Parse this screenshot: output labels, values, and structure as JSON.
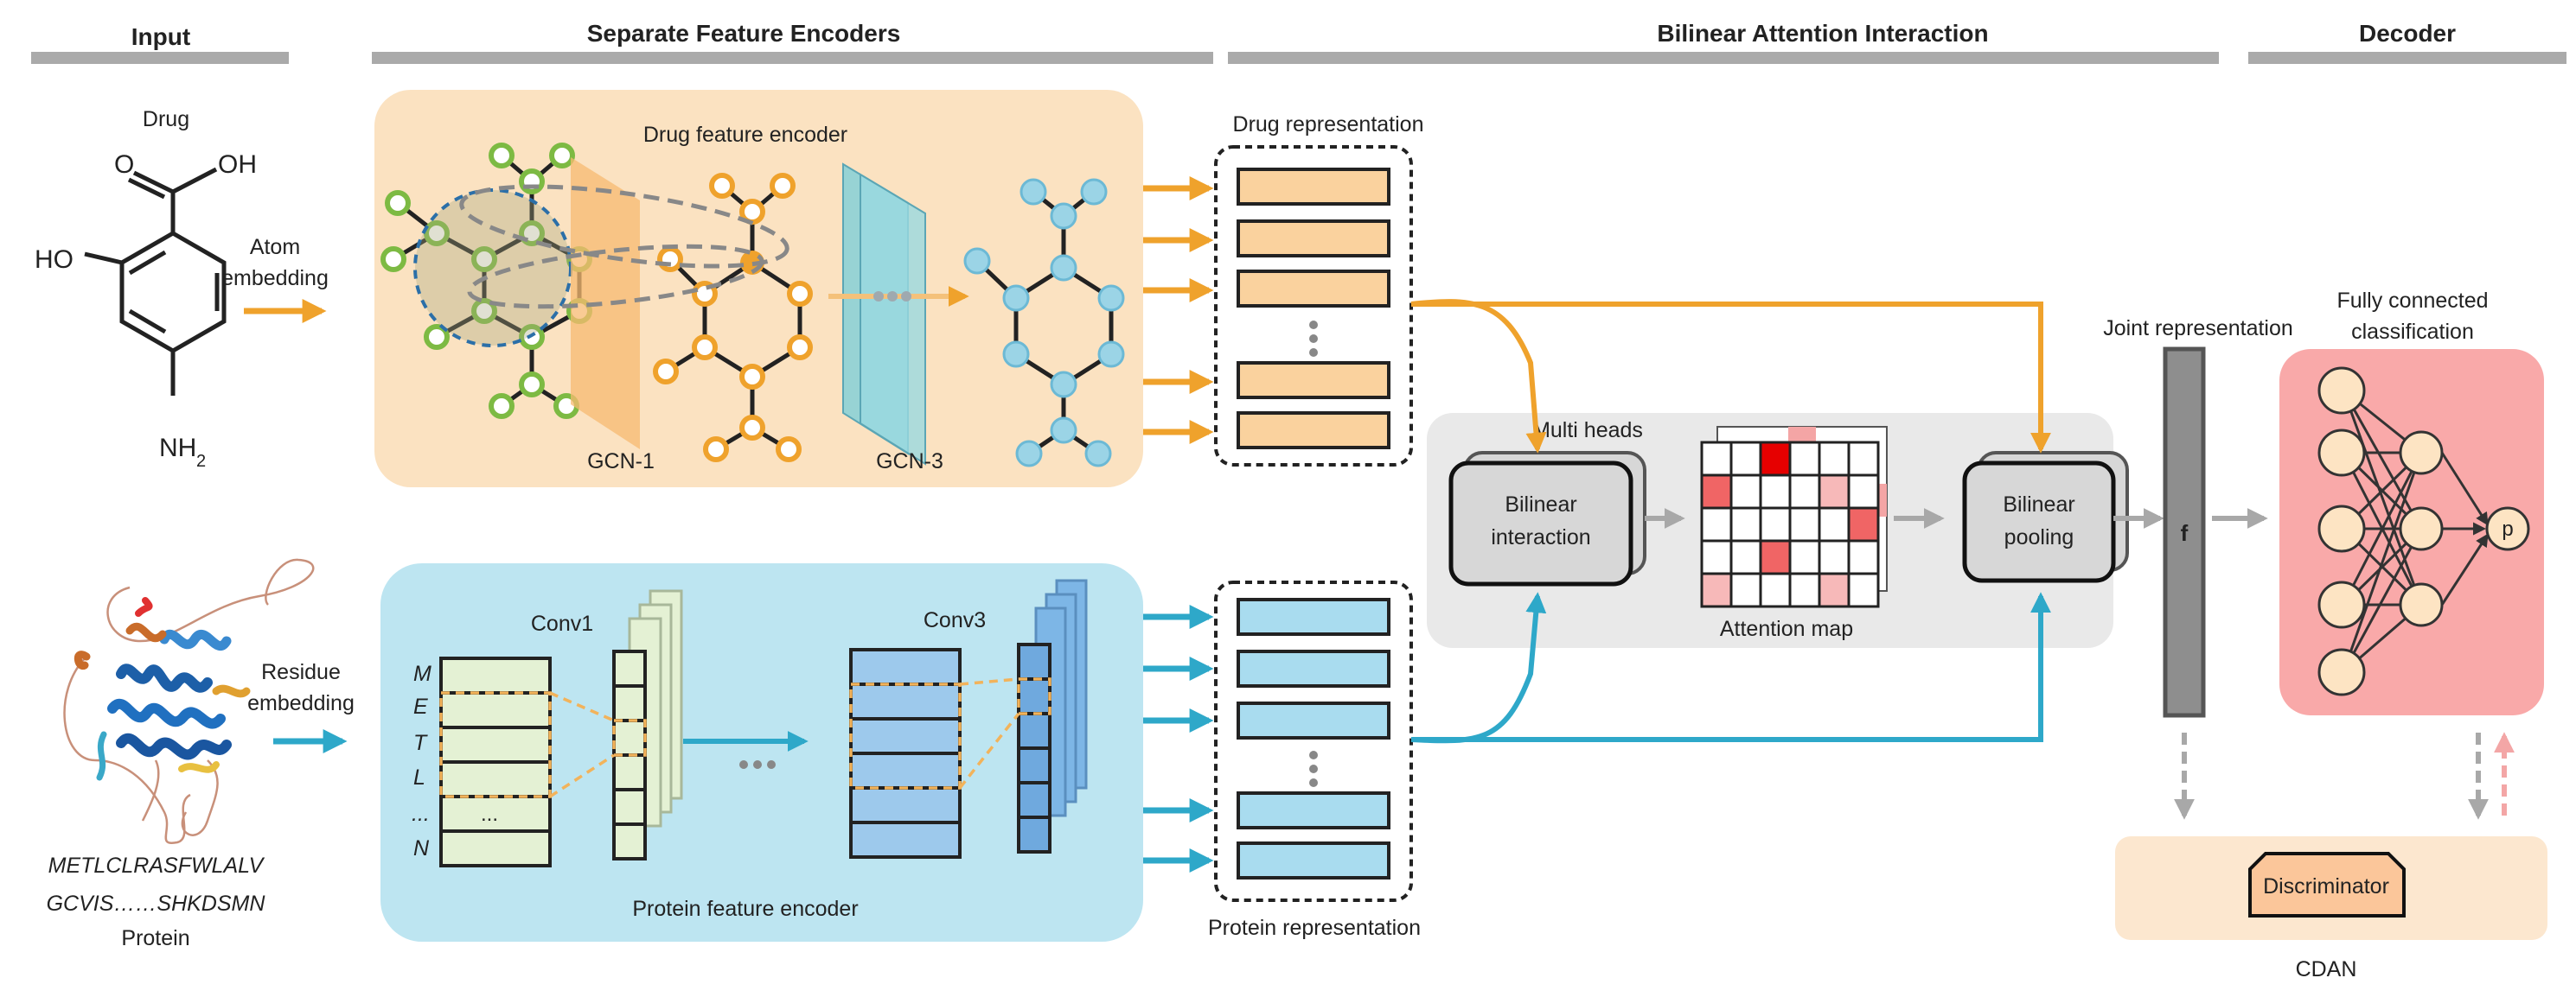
{
  "sections": {
    "input": "Input",
    "encoders": "Separate Feature Encoders",
    "interaction": "Bilinear Attention Interaction",
    "decoder": "Decoder"
  },
  "input": {
    "drug_label": "Drug",
    "carbonyl_o": "O",
    "carboxyl_oh": "OH",
    "hydroxyl": "HO",
    "amine_nh": "NH",
    "amine_sub": "2",
    "atom_embedding_line1": "Atom",
    "atom_embedding_line2": "embedding",
    "residue_embedding_line1": "Residue",
    "residue_embedding_line2": "embedding",
    "sequence_line1": "METLCLRASFWLALV",
    "sequence_line2": "GCVIS……SHKDSMN",
    "protein_label": "Protein"
  },
  "drug_encoder": {
    "title": "Drug feature encoder",
    "layer1": "GCN-1",
    "layer3": "GCN-3"
  },
  "protein_encoder": {
    "title": "Protein feature encoder",
    "conv1": "Conv1",
    "conv3": "Conv3",
    "residues": [
      "M",
      "E",
      "T",
      "L",
      "...",
      "N"
    ],
    "ellipsis": "..."
  },
  "representations": {
    "drug": "Drug representation",
    "protein": "Protein representation"
  },
  "bilinear": {
    "multi_heads": "Multi heads",
    "interaction_line1": "Bilinear",
    "interaction_line2": "interaction",
    "attention_map": "Attention map",
    "pooling_line1": "Bilinear",
    "pooling_line2": "pooling"
  },
  "decoder": {
    "joint_representation": "Joint representation",
    "f_label": "f",
    "fc_line1": "Fully connected",
    "fc_line2": "classification",
    "output_node": "p",
    "discriminator": "Discriminator",
    "cdan": "CDAN"
  },
  "colors": {
    "orange": "#EFA22C",
    "blue": "#2EA8C9",
    "drug_panel": "#FBE2C1",
    "protein_panel": "#BDE5F1",
    "drug_bar": "#FAD29E",
    "protein_bar": "#A9DCEF",
    "interaction_panel": "#E9E9E9",
    "decoder_panel": "#F9A9A9",
    "cdan_panel": "#FCE7CF",
    "heat_dark": "#E60000",
    "heat_mid": "#F06565",
    "heat_light": "#F7B9B9"
  },
  "attention_map": {
    "cells": [
      [
        0,
        0,
        3,
        0,
        0,
        0
      ],
      [
        2,
        0,
        0,
        0,
        1,
        0
      ],
      [
        0,
        0,
        0,
        0,
        0,
        2
      ],
      [
        0,
        0,
        2,
        0,
        0,
        0
      ],
      [
        1,
        0,
        0,
        0,
        1,
        0
      ]
    ]
  }
}
